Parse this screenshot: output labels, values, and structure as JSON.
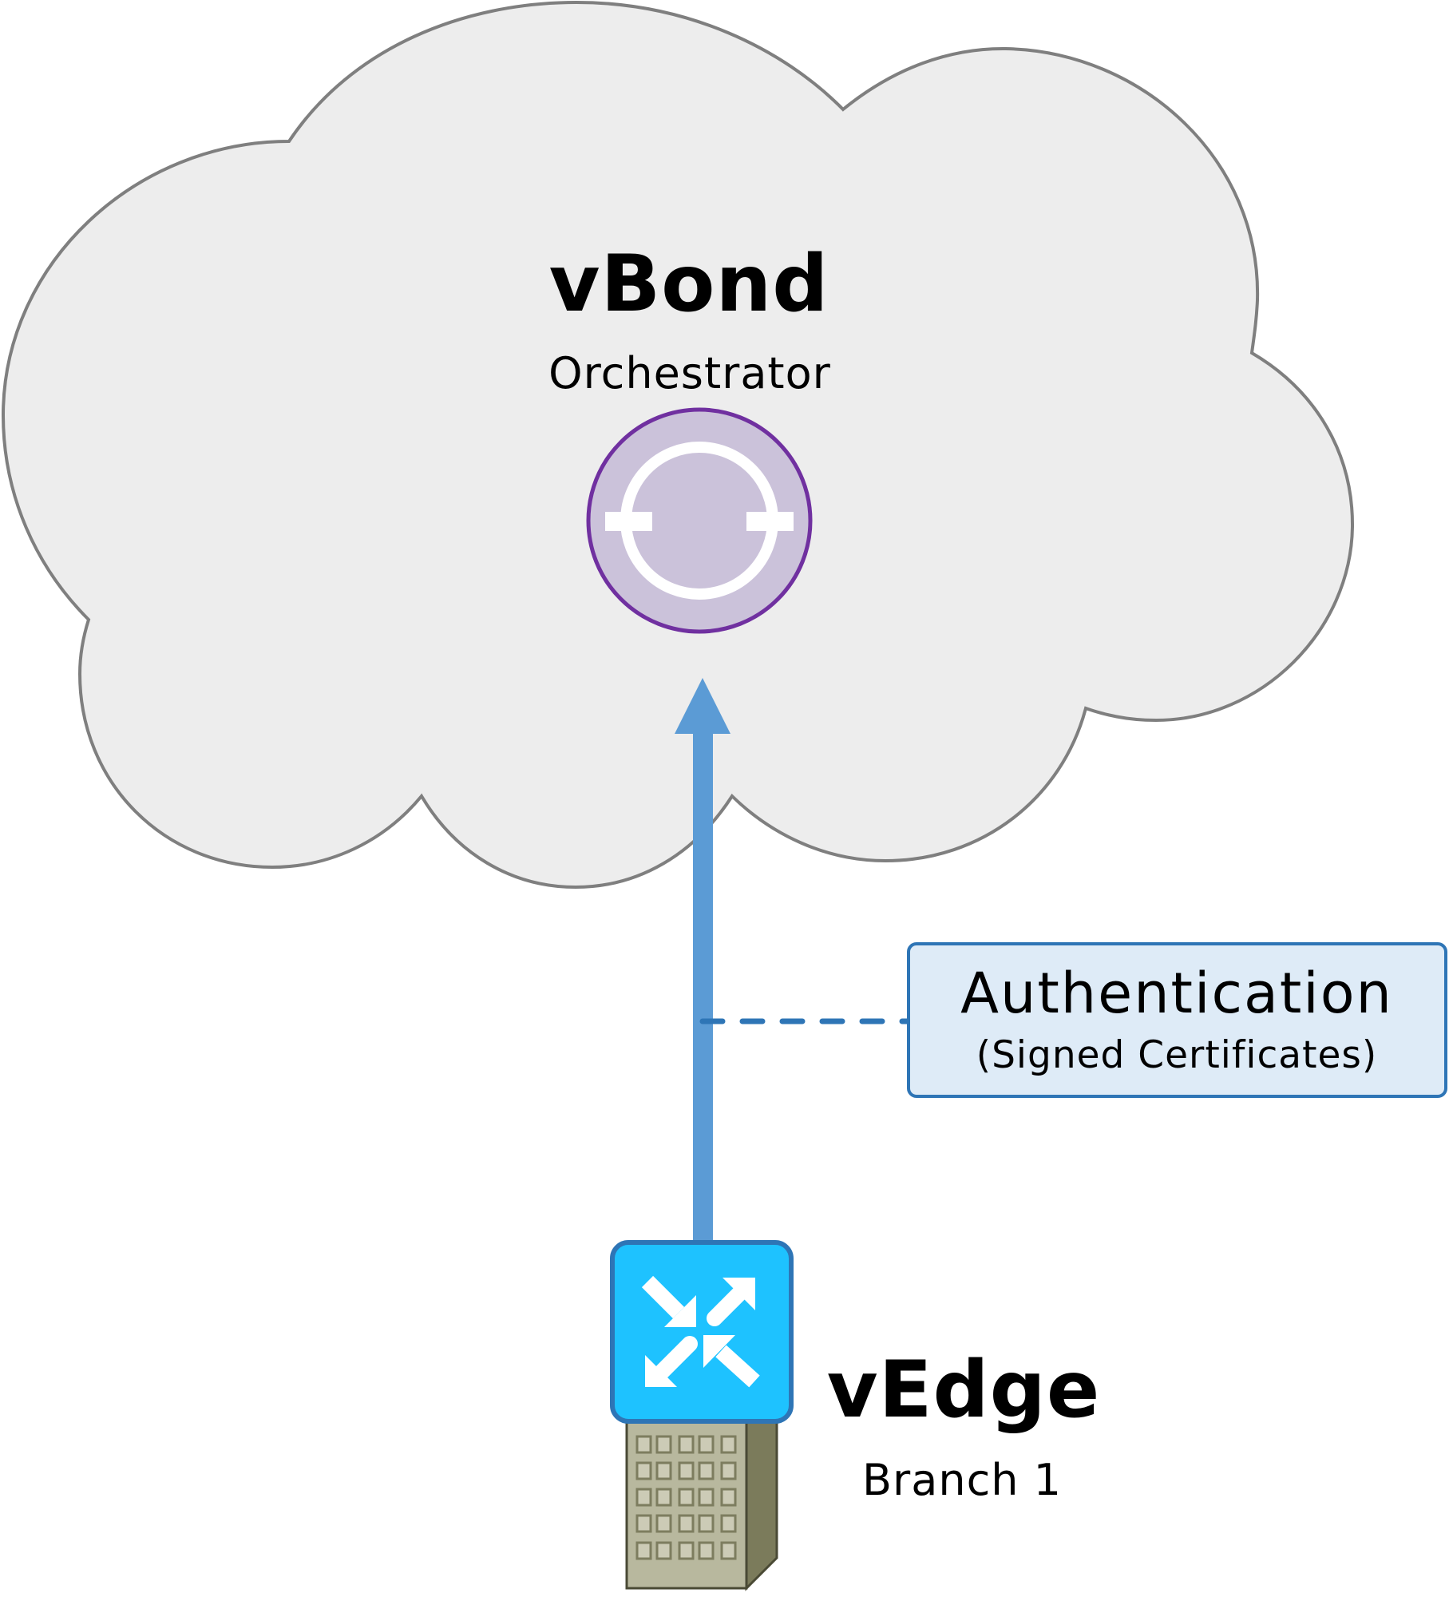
{
  "diagram": {
    "cloud": {
      "name": "vBond",
      "role": "Orchestrator",
      "icon": "vbond-orchestrator-icon"
    },
    "connection": {
      "direction": "vEdge to vBond",
      "arrow_icon": "arrow-up-icon"
    },
    "annotation": {
      "title": "Authentication",
      "subtitle": "(Signed Certificates)"
    },
    "edge_device": {
      "name": "vEdge",
      "site": "Branch 1",
      "router_icon": "router-icon",
      "building_icon": "building-icon"
    },
    "colors": {
      "cloud_fill": "#ededed",
      "cloud_stroke": "#7f7f7f",
      "vbond_fill": "#cbc2da",
      "vbond_stroke": "#7030a0",
      "arrow": "#5b9bd5",
      "dashed_line": "#2e75b6",
      "annotation_fill": "#deebf7",
      "annotation_stroke": "#2e75b6",
      "router_fill": "#1ec2ff",
      "router_stroke": "#2e75b6",
      "building_front": "#b8b89e",
      "building_side": "#7b7b5b",
      "building_window": "#cccbb6"
    }
  }
}
